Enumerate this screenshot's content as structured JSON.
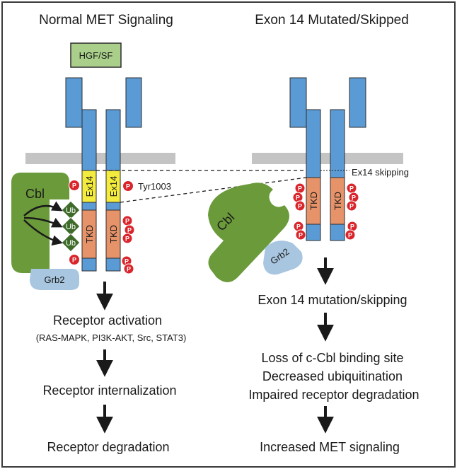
{
  "left": {
    "title": "Normal MET Signaling",
    "ligand": "HGF/SF",
    "ex14": "Ex14",
    "tkd": "TKD",
    "p": "P",
    "ub": "Ub",
    "cbl": "Cbl",
    "grb2": "Grb2",
    "tyr": "Tyr1003",
    "steps": {
      "s1": "Receptor activation",
      "s1_sub": "(RAS-MAPK, PI3K-AKT, Src, STAT3)",
      "s2": "Receptor internalization",
      "s3": "Receptor degradation"
    }
  },
  "right": {
    "title": "Exon 14 Mutated/Skipped",
    "skip": "Ex14 skipping",
    "tkd": "TKD",
    "p": "P",
    "cbl": "Cbl",
    "grb2": "Grb2",
    "steps": {
      "s1": "Exon 14 mutation/skipping",
      "s2a": "Loss of c-Cbl binding site",
      "s2b": "Decreased ubiquitination",
      "s2c": "Impaired receptor degradation",
      "s3": "Increased MET signaling"
    }
  },
  "colors": {
    "receptor_blue": "#5b9bd5",
    "ex14_yellow": "#f3ec3e",
    "tkd_orange": "#e6936a",
    "cbl_green": "#6a9a3a",
    "ligand_green": "#a9cf8a",
    "grb2_blue": "#a8c6e0",
    "p_red": "#d9262c",
    "ub_green": "#3f6b2a",
    "membrane_gray": "#c4c4c4"
  }
}
